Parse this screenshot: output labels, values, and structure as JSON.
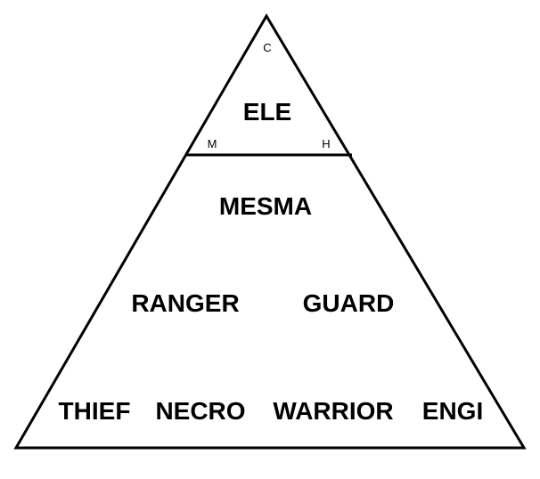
{
  "top_section": {
    "title": "ELE",
    "corner_top": "C",
    "corner_left": "M",
    "corner_right": "H"
  },
  "tiers": {
    "tier1": "MESMA",
    "tier2_left": "RANGER",
    "tier2_right": "GUARD",
    "tier3": [
      "THIEF",
      "NECRO",
      "WARRIOR",
      "ENGI"
    ]
  },
  "colors": {
    "line": "#000000",
    "background": "#ffffff"
  }
}
